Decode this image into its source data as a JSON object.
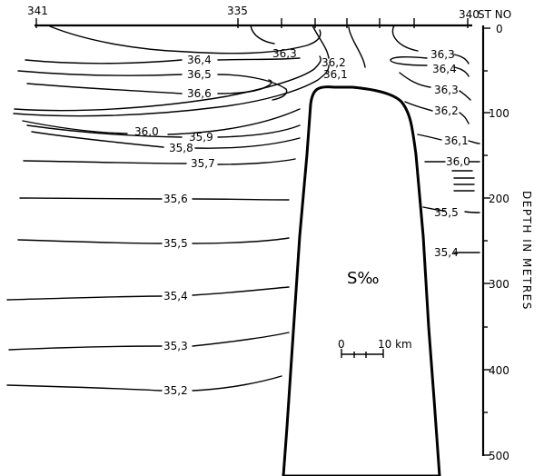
{
  "figure": {
    "parameter_label": "S‰",
    "depth_axis": {
      "title": "DEPTH IN METRES",
      "ticks": [
        "0",
        "100",
        "200",
        "300",
        "400",
        "500"
      ]
    },
    "station_axis": {
      "suffix": "ST NO",
      "stations": [
        "341",
        "335",
        "340"
      ]
    },
    "scale_bar": {
      "start": "0",
      "end": "10 km"
    },
    "isohalines": [
      {
        "value": "36,4"
      },
      {
        "value": "36,5"
      },
      {
        "value": "36,6"
      },
      {
        "value": "36,3"
      },
      {
        "value": "36,2"
      },
      {
        "value": "36,1"
      },
      {
        "value": "36,0"
      },
      {
        "value": "35,9"
      },
      {
        "value": "35,8"
      },
      {
        "value": "35,7"
      },
      {
        "value": "35,6"
      },
      {
        "value": "35,5"
      },
      {
        "value": "35,4"
      },
      {
        "value": "35,3"
      },
      {
        "value": "35,2"
      },
      {
        "value": "36,3"
      },
      {
        "value": "36,4"
      },
      {
        "value": "36,3"
      },
      {
        "value": "36,2"
      },
      {
        "value": "36,1"
      },
      {
        "value": "36,0"
      },
      {
        "value": "35,5"
      },
      {
        "value": "35,4"
      }
    ]
  }
}
